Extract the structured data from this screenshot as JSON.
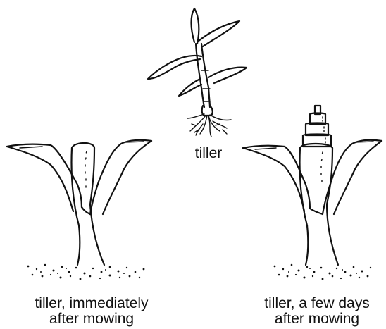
{
  "labels": {
    "tiller": "tiller",
    "left": {
      "line1": "tiller, immediately",
      "line2": "after mowing"
    },
    "right": {
      "line1": "tiller, a few days",
      "line2": "after mowing"
    }
  },
  "icons": [
    "whole-tiller-drawing",
    "mowed-tiller-immediate-drawing",
    "mowed-tiller-regrowth-drawing"
  ]
}
